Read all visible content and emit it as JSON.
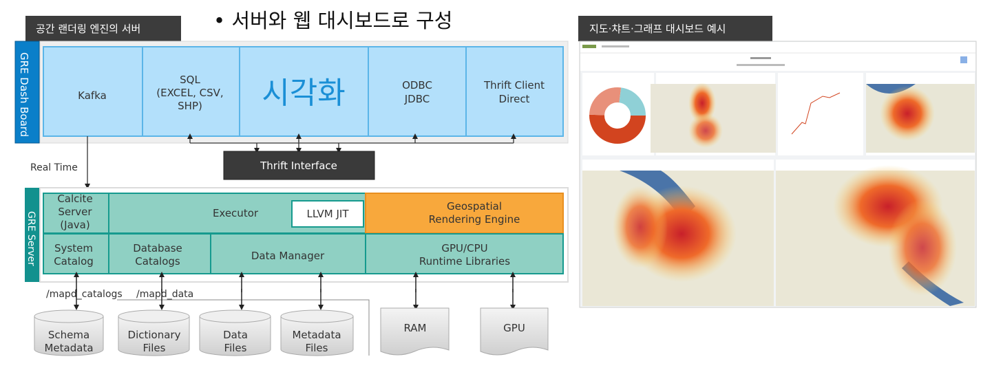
{
  "title": "• 서버와 웹 대시보드로 구성",
  "left_tab": "공간 랜더링 엔진의 서버",
  "right_tab": "지도·챠트·그래프 대시보드 예시",
  "dashboard_layer": {
    "side_label": "GRE Dash Board",
    "cells": [
      {
        "lines": [
          "Kafka"
        ]
      },
      {
        "lines": [
          "SQL",
          "(EXCEL, CSV,",
          "SHP)"
        ]
      },
      {
        "lines": [
          "시각화"
        ]
      },
      {
        "lines": [
          "ODBC",
          "JDBC"
        ]
      },
      {
        "lines": [
          "Thrift Client",
          "Direct"
        ]
      }
    ]
  },
  "thrift_interface": "Thrift Interface",
  "real_time_label": "Real Time",
  "server_layer": {
    "side_label": "GRE Server",
    "calcite": [
      "Calcite",
      "Server",
      "(Java)"
    ],
    "executor": "Executor",
    "llvm": "LLVM JIT",
    "geospatial": [
      "Geospatial",
      "Rendering Engine"
    ],
    "system_catalog": [
      "System",
      "Catalog"
    ],
    "database_catalogs": [
      "Database",
      "Catalogs"
    ],
    "data_manager": "Data Manager",
    "runtime": [
      "GPU/CPU",
      "Runtime Libraries"
    ]
  },
  "paths": [
    "/mapd_catalogs",
    "/mapd_data"
  ],
  "storage": [
    {
      "lines": [
        "Schema",
        "Metadata"
      ]
    },
    {
      "lines": [
        "Dictionary",
        "Files"
      ]
    },
    {
      "lines": [
        "Data",
        "Files"
      ]
    },
    {
      "lines": [
        "Metadata",
        "Files"
      ]
    }
  ],
  "hardware": [
    "RAM",
    "GPU"
  ],
  "colors": {
    "dash_blue": "#b3e0fb",
    "dash_side": "#0a7fc9",
    "server_teal": "#8fd0c3",
    "server_side": "#13918e",
    "geo_orange": "#f8a83c",
    "dark_tab": "#3c3c3c"
  }
}
